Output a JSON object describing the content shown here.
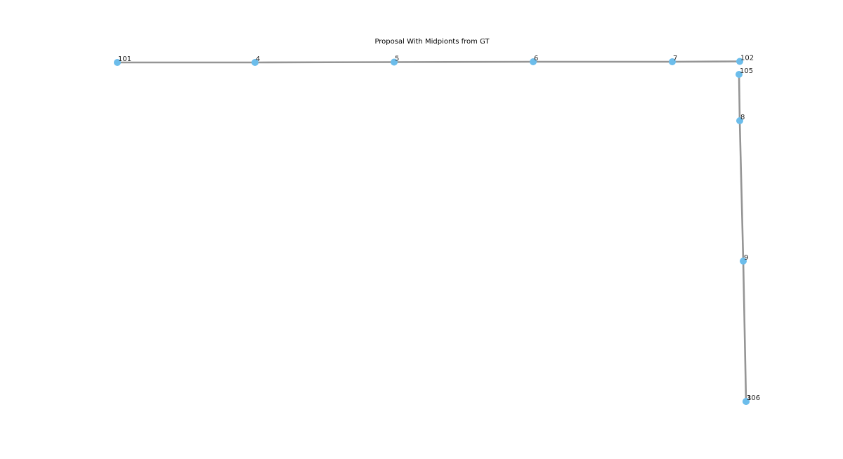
{
  "figure": {
    "title": "Proposal With Midpionts from GT",
    "colors": {
      "node": "#6CBDEB",
      "edge": "#959595"
    }
  },
  "graph": {
    "nodes": [
      {
        "id": "101",
        "label": "101"
      },
      {
        "id": "4",
        "label": "4"
      },
      {
        "id": "5",
        "label": "5"
      },
      {
        "id": "6",
        "label": "6"
      },
      {
        "id": "7",
        "label": "7"
      },
      {
        "id": "102",
        "label": "102"
      },
      {
        "id": "105",
        "label": "105"
      },
      {
        "id": "8",
        "label": "8"
      },
      {
        "id": "9",
        "label": "9"
      },
      {
        "id": "3",
        "label": "3"
      },
      {
        "id": "106",
        "label": "106"
      }
    ],
    "edges": [
      [
        "101",
        "4"
      ],
      [
        "4",
        "5"
      ],
      [
        "5",
        "6"
      ],
      [
        "6",
        "7"
      ],
      [
        "7",
        "102"
      ],
      [
        "105",
        "8"
      ],
      [
        "8",
        "9"
      ],
      [
        "9",
        "3"
      ]
    ]
  }
}
